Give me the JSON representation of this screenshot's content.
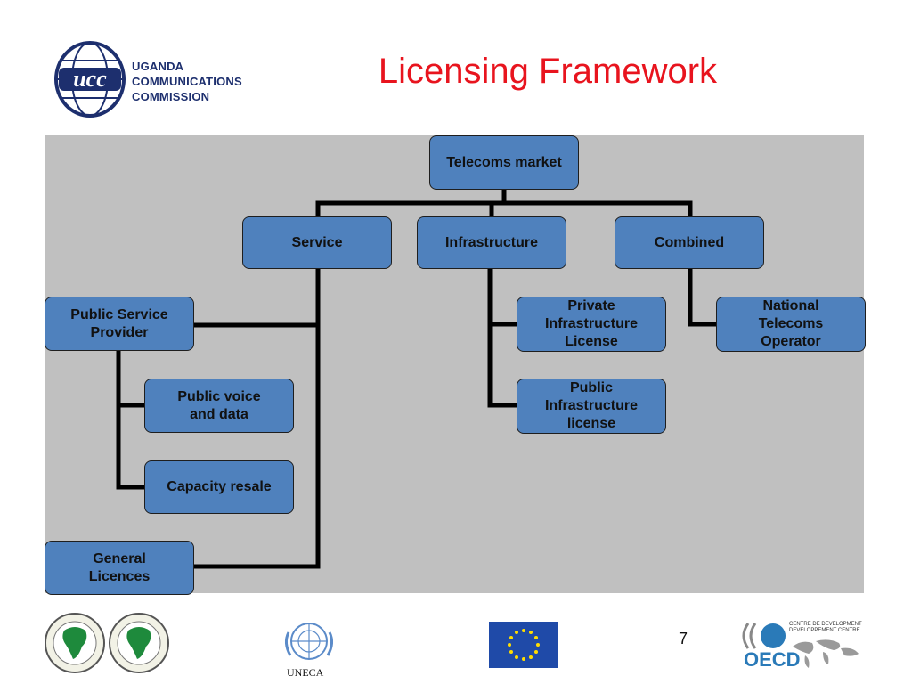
{
  "header": {
    "title": "Licensing Framework",
    "logo_text_lines": [
      "UGANDA",
      "COMMUNICATIONS",
      "COMMISSION"
    ],
    "logo_monogram": "ucc"
  },
  "diagram": {
    "root": "Telecoms market",
    "categories": {
      "service": "Service",
      "infrastructure": "Infrastructure",
      "combined": "Combined"
    },
    "service_children": {
      "public_service_provider": "Public Service Provider",
      "public_voice_and_data": "Public voice and data",
      "capacity_resale": "Capacity resale",
      "general_licences": "General Licences"
    },
    "infrastructure_children": {
      "private": "Private Infrastructure License",
      "public": "Public Infrastructure license"
    },
    "combined_children": {
      "nto": "National Telecoms Operator"
    }
  },
  "footer": {
    "page_number": "7",
    "uneca_label": "UNECA",
    "oecd_label": "OECD",
    "oecd_centre_line1": "CENTRE DE DEVELOPMENT",
    "oecd_centre_line2": "DEVELOPPEMENT CENTRE"
  },
  "colors": {
    "title": "#e8141e",
    "box_fill": "#4f81bd",
    "panel": "#c0c0c0",
    "ucc_blue": "#1d2f6e",
    "eu_blue": "#1f4aa8",
    "eu_star": "#ffdd00"
  }
}
